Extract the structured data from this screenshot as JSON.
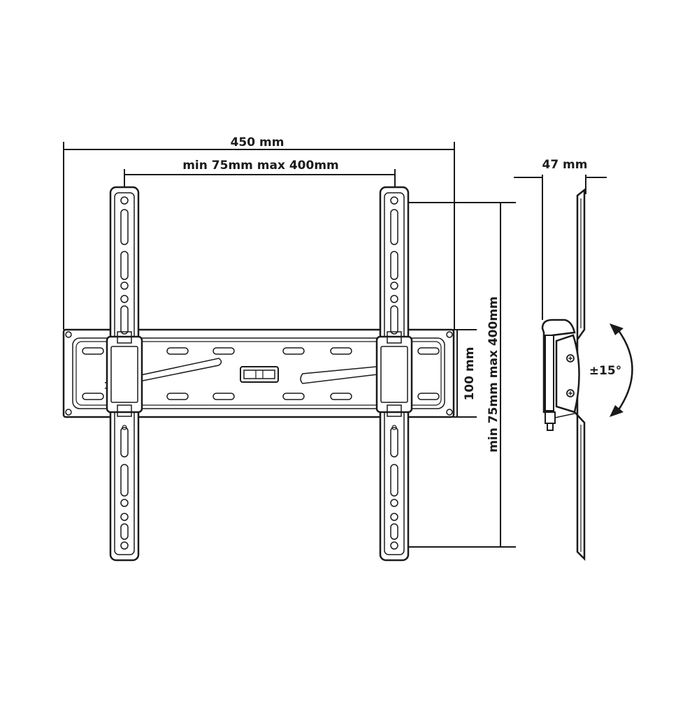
{
  "dimensions": {
    "overall_width": "450 mm",
    "vesa_horizontal": "min 75mm max 400mm",
    "depth": "47 mm",
    "wall_plate_height": "100 mm",
    "vesa_vertical": "min 75mm max 400mm",
    "tilt": "±15°"
  },
  "colors": {
    "line": "#1a1a1a",
    "background": "#ffffff"
  }
}
